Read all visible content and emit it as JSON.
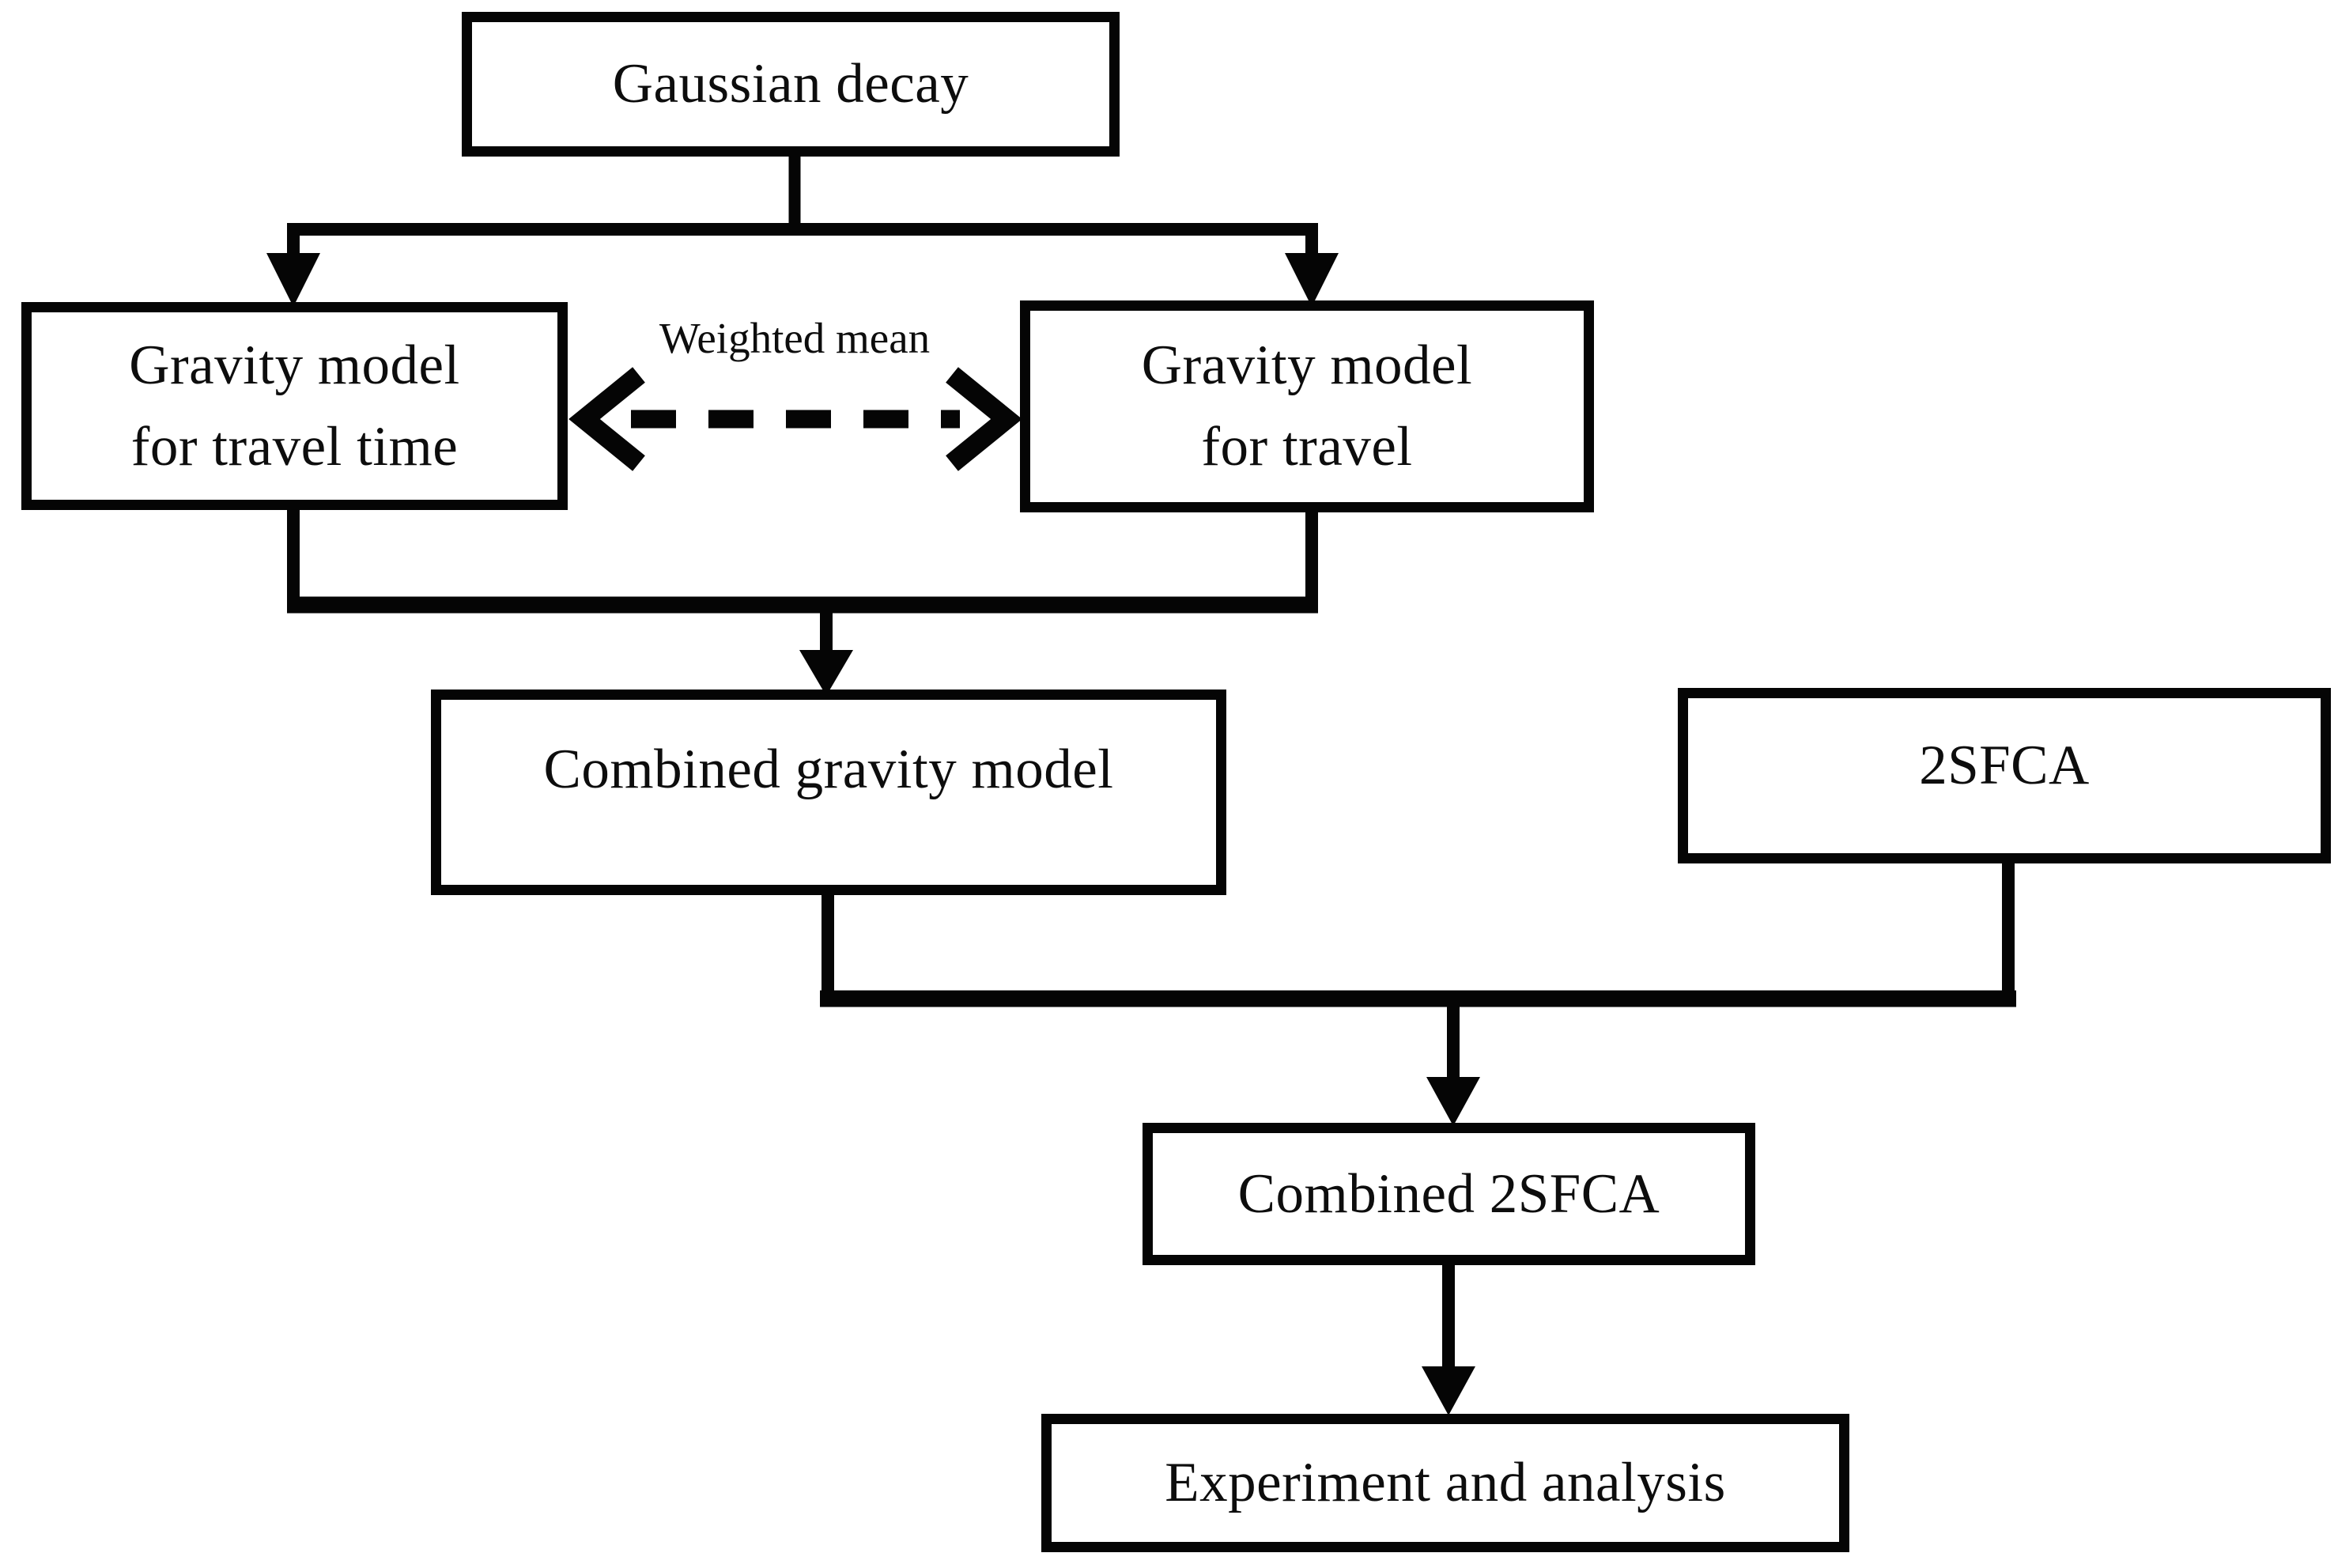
{
  "diagram": {
    "type": "flowchart",
    "background_color": "#ffffff",
    "line_color": "#050505",
    "box_fill_color": "#ffffff",
    "text_color": "#0d0d0d",
    "nodes": [
      {
        "id": "gaussian-decay",
        "label": "Gaussian decay"
      },
      {
        "id": "gravity-model-travel-time",
        "line1": "Gravity model",
        "line2": "for travel time"
      },
      {
        "id": "gravity-model-travel",
        "line1": "Gravity model",
        "line2": "for travel"
      },
      {
        "id": "combined-gravity-model",
        "label": "Combined gravity model"
      },
      {
        "id": "2sfca",
        "label": "2SFCA"
      },
      {
        "id": "combined-2sfca",
        "label": "Combined 2SFCA"
      },
      {
        "id": "experiment-analysis",
        "label": "Experiment and analysis"
      }
    ],
    "edge_labels": [
      {
        "id": "weighted-mean",
        "label": "Weighted mean"
      }
    ],
    "edges": [
      {
        "from": "gaussian-decay",
        "to": "gravity-model-travel-time",
        "style": "solid-arrow"
      },
      {
        "from": "gaussian-decay",
        "to": "gravity-model-travel",
        "style": "solid-arrow"
      },
      {
        "from": "gravity-model-travel-time",
        "to": "gravity-model-travel",
        "style": "dashed-double-arrow",
        "label": "Weighted mean"
      },
      {
        "from": "gravity-model-travel-time",
        "to": "combined-gravity-model",
        "style": "solid-arrow"
      },
      {
        "from": "gravity-model-travel",
        "to": "combined-gravity-model",
        "style": "solid-arrow"
      },
      {
        "from": "combined-gravity-model",
        "to": "combined-2sfca",
        "style": "solid-arrow"
      },
      {
        "from": "2sfca",
        "to": "combined-2sfca",
        "style": "solid-arrow"
      },
      {
        "from": "combined-2sfca",
        "to": "experiment-analysis",
        "style": "solid-arrow"
      }
    ]
  }
}
